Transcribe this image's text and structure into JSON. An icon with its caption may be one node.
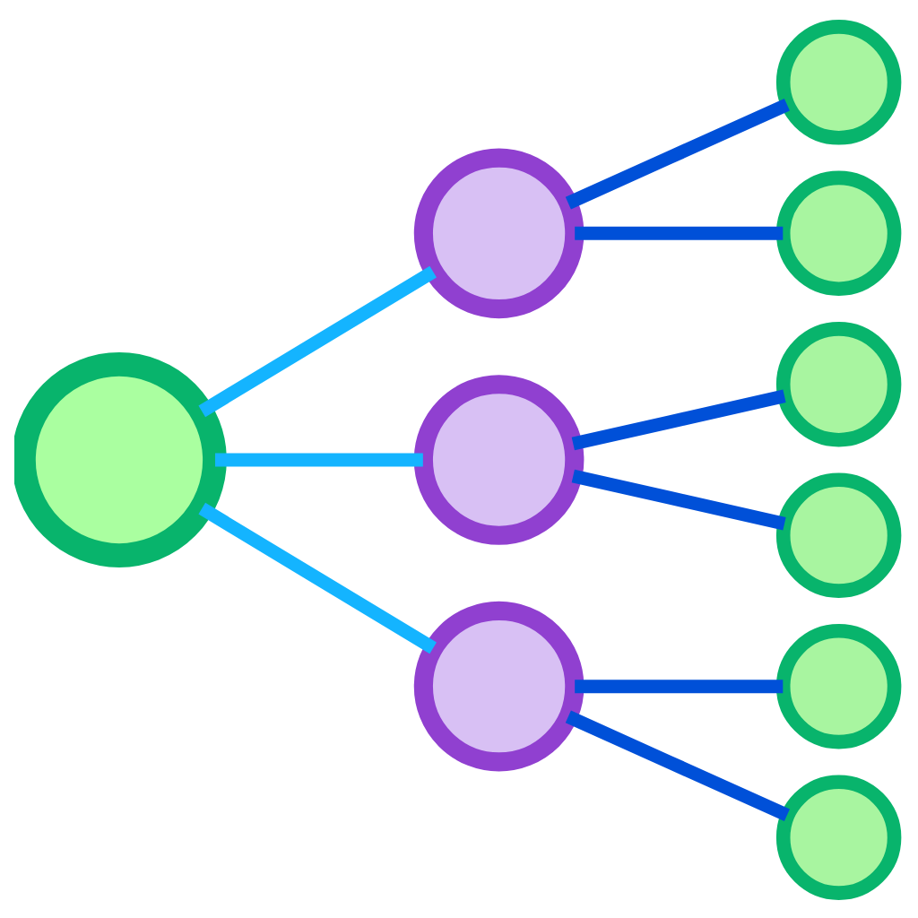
{
  "diagram": {
    "nodes": [
      {
        "text": [],
        "shape": "circle"
      },
      {
        "text": [],
        "shape": "circle"
      },
      {
        "text": [],
        "shape": "circle"
      },
      {
        "text": [],
        "shape": "circle"
      },
      {
        "text": [],
        "shape": "circle"
      },
      {
        "text": [],
        "shape": "circle"
      },
      {
        "text": [],
        "shape": "circle"
      },
      {
        "text": [],
        "shape": "circle"
      },
      {
        "text": [],
        "shape": "circle"
      },
      {
        "text": [],
        "shape": "circle"
      }
    ],
    "edges": [
      {
        "from": 0,
        "to": 1,
        "arrow": "none",
        "color": "#14b4ff"
      },
      {
        "from": 0,
        "to": 2,
        "arrow": "none",
        "color": "#14b4ff"
      },
      {
        "from": 0,
        "to": 3,
        "arrow": "none",
        "color": "#14b4ff"
      },
      {
        "from": 1,
        "to": 4,
        "arrow": "none"
      },
      {
        "from": 1,
        "to": 5,
        "arrow": "none"
      },
      {
        "from": 2,
        "to": 6,
        "arrow": "none"
      },
      {
        "from": 2,
        "to": 7,
        "arrow": "none"
      },
      {
        "from": 3,
        "to": 8,
        "arrow": "none"
      },
      {
        "from": 3,
        "to": 9,
        "arrow": "none"
      }
    ]
  }
}
